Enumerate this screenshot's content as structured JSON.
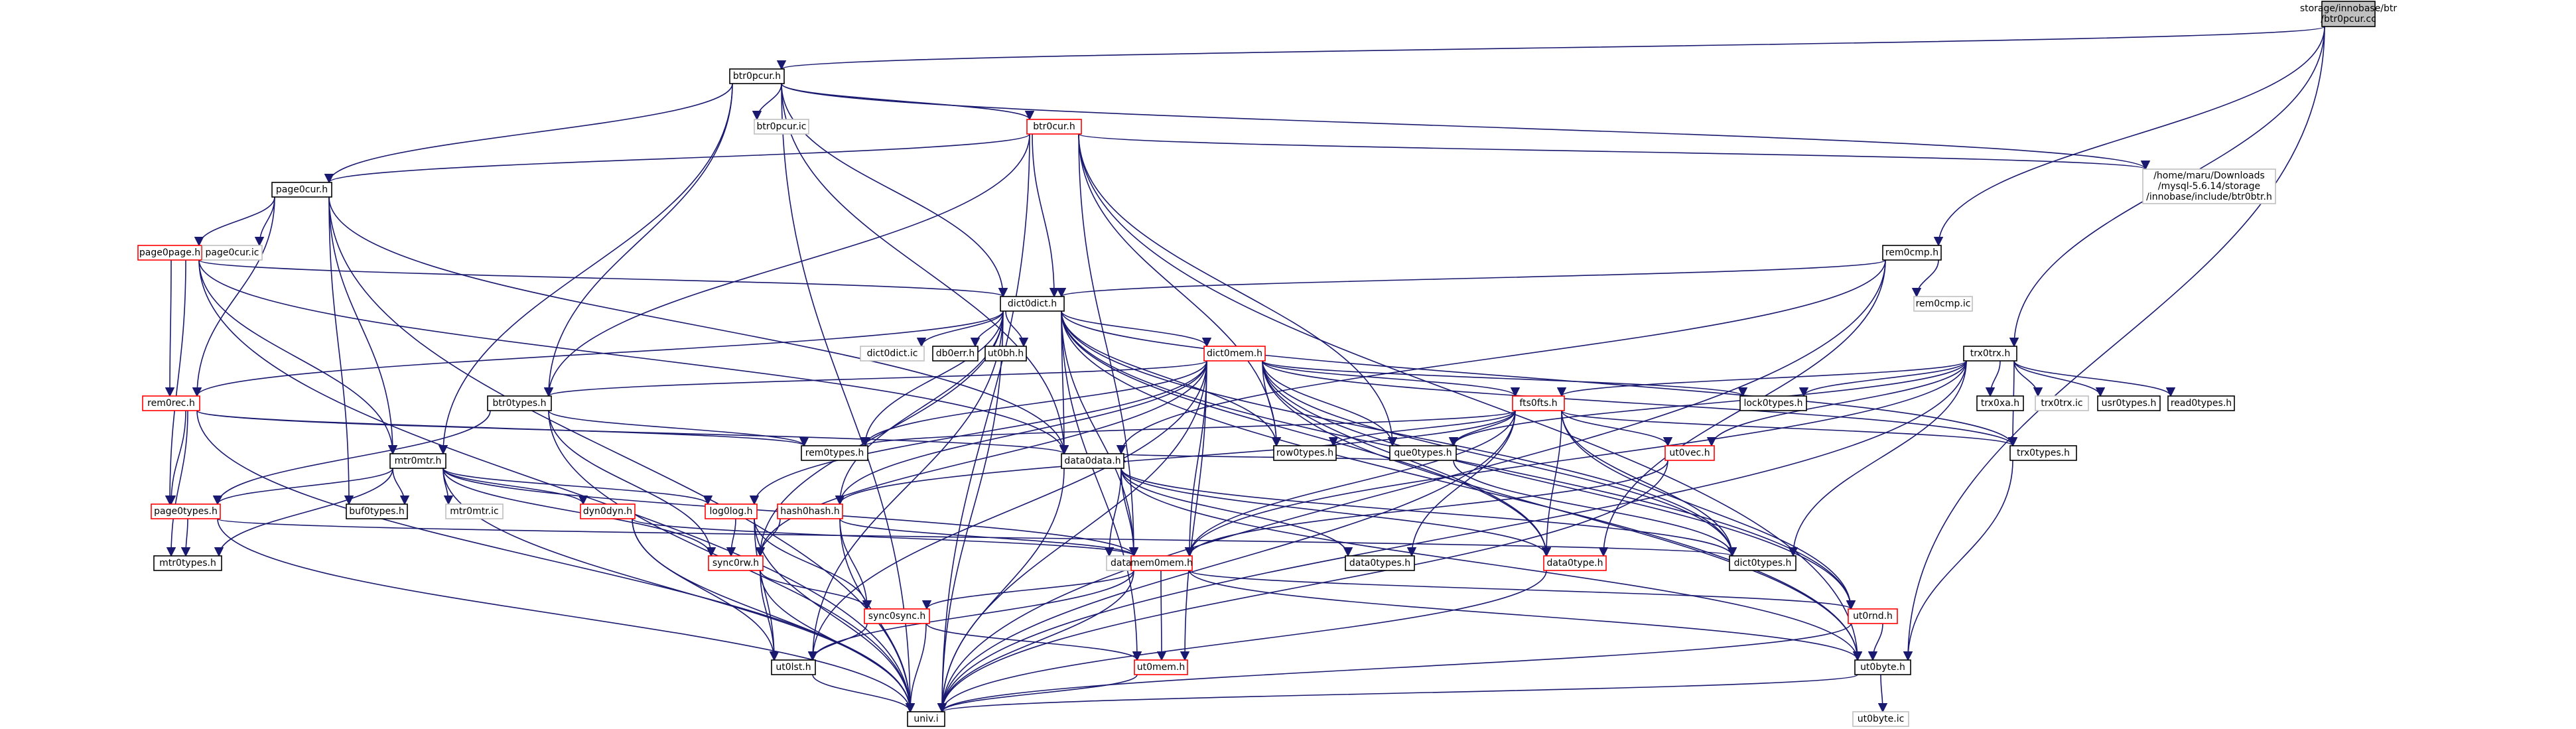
{
  "colors": {
    "edge": "#191970",
    "box_normal": "#000000",
    "box_incomplete": "#ff0000",
    "box_leaf": "#bfbfbf",
    "root_fill": "#bfbfbf",
    "text": "#000000"
  },
  "nodes": [
    {
      "id": "root",
      "lines": [
        "storage/innobase/btr",
        "/btr0pcur.cc"
      ],
      "kind": "root"
    },
    {
      "id": "btr0pcur_h",
      "lines": [
        "btr0pcur.h"
      ],
      "kind": "normal"
    },
    {
      "id": "btr0pcur_ic",
      "lines": [
        "btr0pcur.ic"
      ],
      "kind": "leaf"
    },
    {
      "id": "btr0cur_h",
      "lines": [
        "btr0cur.h"
      ],
      "kind": "red"
    },
    {
      "id": "home_path",
      "lines": [
        "/home/maru/Downloads",
        "/mysql-5.6.14/storage",
        "/innobase/include/btr0btr.h"
      ],
      "kind": "leaf"
    },
    {
      "id": "page0cur_h",
      "lines": [
        "page0cur.h"
      ],
      "kind": "normal"
    },
    {
      "id": "page0page_h",
      "lines": [
        "page0page.h"
      ],
      "kind": "red"
    },
    {
      "id": "page0cur_ic",
      "lines": [
        "page0cur.ic"
      ],
      "kind": "leaf"
    },
    {
      "id": "rem0cmp_h",
      "lines": [
        "rem0cmp.h"
      ],
      "kind": "normal"
    },
    {
      "id": "rem0cmp_ic",
      "lines": [
        "rem0cmp.ic"
      ],
      "kind": "leaf"
    },
    {
      "id": "dict0dict_h",
      "lines": [
        "dict0dict.h"
      ],
      "kind": "normal"
    },
    {
      "id": "dict0dict_ic",
      "lines": [
        "dict0dict.ic"
      ],
      "kind": "leaf"
    },
    {
      "id": "db0err_h",
      "lines": [
        "db0err.h"
      ],
      "kind": "normal"
    },
    {
      "id": "ut0bh_h",
      "lines": [
        "ut0bh.h"
      ],
      "kind": "normal"
    },
    {
      "id": "dict0mem_h",
      "lines": [
        "dict0mem.h"
      ],
      "kind": "red"
    },
    {
      "id": "trx0trx_h",
      "lines": [
        "trx0trx.h"
      ],
      "kind": "normal"
    },
    {
      "id": "rem0rec_h",
      "lines": [
        "rem0rec.h"
      ],
      "kind": "red"
    },
    {
      "id": "btr0types_h",
      "lines": [
        "btr0types.h"
      ],
      "kind": "normal"
    },
    {
      "id": "fts0fts_h",
      "lines": [
        "fts0fts.h"
      ],
      "kind": "red"
    },
    {
      "id": "lock0types_h",
      "lines": [
        "lock0types.h"
      ],
      "kind": "normal"
    },
    {
      "id": "trx0xa_h",
      "lines": [
        "trx0xa.h"
      ],
      "kind": "normal"
    },
    {
      "id": "trx0trx_ic",
      "lines": [
        "trx0trx.ic"
      ],
      "kind": "leaf"
    },
    {
      "id": "usr0types_h",
      "lines": [
        "usr0types.h"
      ],
      "kind": "normal"
    },
    {
      "id": "read0types_h",
      "lines": [
        "read0types.h"
      ],
      "kind": "normal"
    },
    {
      "id": "rem0types_h",
      "lines": [
        "rem0types.h"
      ],
      "kind": "normal"
    },
    {
      "id": "row0types_h",
      "lines": [
        "row0types.h"
      ],
      "kind": "normal"
    },
    {
      "id": "que0types_h",
      "lines": [
        "que0types.h"
      ],
      "kind": "normal"
    },
    {
      "id": "ut0vec_h",
      "lines": [
        "ut0vec.h"
      ],
      "kind": "red"
    },
    {
      "id": "trx0types_h",
      "lines": [
        "trx0types.h"
      ],
      "kind": "normal"
    },
    {
      "id": "mtr0mtr_h",
      "lines": [
        "mtr0mtr.h"
      ],
      "kind": "normal"
    },
    {
      "id": "page0types_h",
      "lines": [
        "page0types.h"
      ],
      "kind": "red"
    },
    {
      "id": "buf0types_h",
      "lines": [
        "buf0types.h"
      ],
      "kind": "normal"
    },
    {
      "id": "mtr0mtr_ic",
      "lines": [
        "mtr0mtr.ic"
      ],
      "kind": "leaf"
    },
    {
      "id": "dyn0dyn_h",
      "lines": [
        "dyn0dyn.h"
      ],
      "kind": "red"
    },
    {
      "id": "log0log_h",
      "lines": [
        "log0log.h"
      ],
      "kind": "red"
    },
    {
      "id": "hash0hash_h",
      "lines": [
        "hash0hash.h"
      ],
      "kind": "red"
    },
    {
      "id": "data0data_h",
      "lines": [
        "data0data.h"
      ],
      "kind": "normal"
    },
    {
      "id": "data0data_ic",
      "lines": [
        "data0data.ic"
      ],
      "kind": "leaf"
    },
    {
      "id": "data0types_h",
      "lines": [
        "data0types.h"
      ],
      "kind": "normal"
    },
    {
      "id": "data0type_h",
      "lines": [
        "data0type.h"
      ],
      "kind": "red"
    },
    {
      "id": "dict0types_h",
      "lines": [
        "dict0types.h"
      ],
      "kind": "normal"
    },
    {
      "id": "mtr0types_h",
      "lines": [
        "mtr0types.h"
      ],
      "kind": "normal"
    },
    {
      "id": "sync0rw_h",
      "lines": [
        "sync0rw.h"
      ],
      "kind": "red"
    },
    {
      "id": "mem0mem_h",
      "lines": [
        "mem0mem.h"
      ],
      "kind": "red"
    },
    {
      "id": "sync0sync_h",
      "lines": [
        "sync0sync.h"
      ],
      "kind": "red"
    },
    {
      "id": "ut0rnd_h",
      "lines": [
        "ut0rnd.h"
      ],
      "kind": "red"
    },
    {
      "id": "ut0lst_h",
      "lines": [
        "ut0lst.h"
      ],
      "kind": "normal"
    },
    {
      "id": "ut0mem_h",
      "lines": [
        "ut0mem.h"
      ],
      "kind": "red"
    },
    {
      "id": "ut0byte_h",
      "lines": [
        "ut0byte.h"
      ],
      "kind": "normal"
    },
    {
      "id": "univ_i",
      "lines": [
        "univ.i"
      ],
      "kind": "normal"
    },
    {
      "id": "ut0byte_ic",
      "lines": [
        "ut0byte.ic"
      ],
      "kind": "leaf"
    }
  ],
  "edges": [
    [
      "root",
      "btr0pcur_h"
    ],
    [
      "root",
      "rem0cmp_h"
    ],
    [
      "root",
      "trx0trx_h"
    ],
    [
      "root",
      "ut0byte_h"
    ],
    [
      "btr0pcur_h",
      "btr0pcur_ic"
    ],
    [
      "btr0pcur_h",
      "btr0cur_h"
    ],
    [
      "btr0pcur_h",
      "home_path"
    ],
    [
      "btr0pcur_h",
      "page0cur_h"
    ],
    [
      "btr0pcur_h",
      "dict0dict_h"
    ],
    [
      "btr0pcur_h",
      "btr0types_h"
    ],
    [
      "btr0pcur_h",
      "mtr0mtr_h"
    ],
    [
      "btr0pcur_h",
      "data0data_h"
    ],
    [
      "btr0pcur_h",
      "univ_i"
    ],
    [
      "btr0cur_h",
      "home_path"
    ],
    [
      "btr0cur_h",
      "page0cur_h"
    ],
    [
      "btr0cur_h",
      "dict0dict_h"
    ],
    [
      "btr0cur_h",
      "btr0types_h"
    ],
    [
      "btr0cur_h",
      "row0types_h"
    ],
    [
      "btr0cur_h",
      "que0types_h"
    ],
    [
      "btr0cur_h",
      "mem0mem_h"
    ],
    [
      "btr0cur_h",
      "ut0byte_h"
    ],
    [
      "btr0cur_h",
      "univ_i"
    ],
    [
      "page0cur_h",
      "page0cur_ic"
    ],
    [
      "page0cur_h",
      "page0page_h"
    ],
    [
      "page0cur_h",
      "rem0rec_h"
    ],
    [
      "page0cur_h",
      "buf0types_h"
    ],
    [
      "page0cur_h",
      "mtr0mtr_h"
    ],
    [
      "page0cur_h",
      "data0data_h"
    ],
    [
      "page0cur_h",
      "univ_i"
    ],
    [
      "page0page_h",
      "dict0dict_h"
    ],
    [
      "page0page_h",
      "rem0rec_h"
    ],
    [
      "page0page_h",
      "page0types_h"
    ],
    [
      "page0page_h",
      "mtr0mtr_h"
    ],
    [
      "page0page_h",
      "data0data_h"
    ],
    [
      "page0page_h",
      "univ_i"
    ],
    [
      "rem0cmp_h",
      "rem0cmp_ic"
    ],
    [
      "rem0cmp_h",
      "dict0dict_h"
    ],
    [
      "rem0cmp_h",
      "data0data_h"
    ],
    [
      "rem0cmp_h",
      "data0type_h"
    ],
    [
      "rem0cmp_h",
      "univ_i"
    ],
    [
      "dict0dict_h",
      "dict0dict_ic"
    ],
    [
      "dict0dict_h",
      "db0err_h"
    ],
    [
      "dict0dict_h",
      "ut0bh_h"
    ],
    [
      "dict0dict_h",
      "dict0mem_h"
    ],
    [
      "dict0dict_h",
      "rem0rec_h"
    ],
    [
      "dict0dict_h",
      "rem0types_h"
    ],
    [
      "dict0dict_h",
      "row0types_h"
    ],
    [
      "dict0dict_h",
      "trx0types_h"
    ],
    [
      "dict0dict_h",
      "data0data_h"
    ],
    [
      "dict0dict_h",
      "data0type_h"
    ],
    [
      "dict0dict_h",
      "dict0types_h"
    ],
    [
      "dict0dict_h",
      "hash0hash_h"
    ],
    [
      "dict0dict_h",
      "mem0mem_h"
    ],
    [
      "dict0dict_h",
      "sync0rw_h"
    ],
    [
      "dict0dict_h",
      "ut0rnd_h"
    ],
    [
      "dict0dict_h",
      "ut0byte_h"
    ],
    [
      "dict0dict_h",
      "ut0mem_h"
    ],
    [
      "dict0dict_h",
      "ut0lst_h"
    ],
    [
      "dict0dict_h",
      "univ_i"
    ],
    [
      "dict0mem_h",
      "btr0types_h"
    ],
    [
      "dict0mem_h",
      "fts0fts_h"
    ],
    [
      "dict0mem_h",
      "lock0types_h"
    ],
    [
      "dict0mem_h",
      "rem0types_h"
    ],
    [
      "dict0mem_h",
      "row0types_h"
    ],
    [
      "dict0mem_h",
      "que0types_h"
    ],
    [
      "dict0mem_h",
      "trx0types_h"
    ],
    [
      "dict0mem_h",
      "data0type_h"
    ],
    [
      "dict0mem_h",
      "dict0types_h"
    ],
    [
      "dict0mem_h",
      "log0log_h"
    ],
    [
      "dict0mem_h",
      "hash0hash_h"
    ],
    [
      "dict0mem_h",
      "mem0mem_h"
    ],
    [
      "dict0mem_h",
      "sync0rw_h"
    ],
    [
      "dict0mem_h",
      "ut0lst_h"
    ],
    [
      "dict0mem_h",
      "ut0mem_h"
    ],
    [
      "dict0mem_h",
      "ut0rnd_h"
    ],
    [
      "dict0mem_h",
      "ut0byte_h"
    ],
    [
      "dict0mem_h",
      "univ_i"
    ],
    [
      "trx0trx_h",
      "lock0types_h"
    ],
    [
      "trx0trx_h",
      "trx0xa_h"
    ],
    [
      "trx0trx_h",
      "trx0trx_ic"
    ],
    [
      "trx0trx_h",
      "usr0types_h"
    ],
    [
      "trx0trx_h",
      "read0types_h"
    ],
    [
      "trx0trx_h",
      "fts0fts_h"
    ],
    [
      "trx0trx_h",
      "que0types_h"
    ],
    [
      "trx0trx_h",
      "ut0vec_h"
    ],
    [
      "trx0trx_h",
      "trx0types_h"
    ],
    [
      "trx0trx_h",
      "mem0mem_h"
    ],
    [
      "trx0trx_h",
      "dict0types_h"
    ],
    [
      "trx0trx_h",
      "univ_i"
    ],
    [
      "rem0rec_h",
      "page0types_h"
    ],
    [
      "rem0rec_h",
      "mtr0types_h"
    ],
    [
      "rem0rec_h",
      "rem0types_h"
    ],
    [
      "rem0rec_h",
      "data0data_h"
    ],
    [
      "rem0rec_h",
      "univ_i"
    ],
    [
      "btr0types_h",
      "rem0types_h"
    ],
    [
      "btr0types_h",
      "page0types_h"
    ],
    [
      "btr0types_h",
      "sync0rw_h"
    ],
    [
      "btr0types_h",
      "univ_i"
    ],
    [
      "fts0fts_h",
      "rem0types_h"
    ],
    [
      "fts0fts_h",
      "row0types_h"
    ],
    [
      "fts0fts_h",
      "que0types_h"
    ],
    [
      "fts0fts_h",
      "ut0vec_h"
    ],
    [
      "fts0fts_h",
      "trx0types_h"
    ],
    [
      "fts0fts_h",
      "data0types_h"
    ],
    [
      "fts0fts_h",
      "data0type_h"
    ],
    [
      "fts0fts_h",
      "dict0types_h"
    ],
    [
      "fts0fts_h",
      "hash0hash_h"
    ],
    [
      "fts0fts_h",
      "mem0mem_h"
    ],
    [
      "fts0fts_h",
      "ut0rnd_h"
    ],
    [
      "fts0fts_h",
      "univ_i"
    ],
    [
      "que0types_h",
      "data0data_h"
    ],
    [
      "que0types_h",
      "dict0types_h"
    ],
    [
      "ut0vec_h",
      "mem0mem_h"
    ],
    [
      "ut0vec_h",
      "univ_i"
    ],
    [
      "trx0types_h",
      "ut0byte_h"
    ],
    [
      "mtr0mtr_h",
      "page0types_h"
    ],
    [
      "mtr0mtr_h",
      "buf0types_h"
    ],
    [
      "mtr0mtr_h",
      "mtr0mtr_ic"
    ],
    [
      "mtr0mtr_h",
      "dyn0dyn_h"
    ],
    [
      "mtr0mtr_h",
      "log0log_h"
    ],
    [
      "mtr0mtr_h",
      "mtr0types_h"
    ],
    [
      "mtr0mtr_h",
      "sync0rw_h"
    ],
    [
      "mtr0mtr_h",
      "mem0mem_h"
    ],
    [
      "mtr0mtr_h",
      "univ_i"
    ],
    [
      "page0types_h",
      "mtr0types_h"
    ],
    [
      "page0types_h",
      "dict0types_h"
    ],
    [
      "page0types_h",
      "univ_i"
    ],
    [
      "dyn0dyn_h",
      "ut0lst_h"
    ],
    [
      "dyn0dyn_h",
      "mem0mem_h"
    ],
    [
      "dyn0dyn_h",
      "univ_i"
    ],
    [
      "log0log_h",
      "sync0rw_h"
    ],
    [
      "log0log_h",
      "sync0sync_h"
    ],
    [
      "log0log_h",
      "ut0lst_h"
    ],
    [
      "log0log_h",
      "univ_i"
    ],
    [
      "hash0hash_h",
      "sync0rw_h"
    ],
    [
      "hash0hash_h",
      "sync0sync_h"
    ],
    [
      "hash0hash_h",
      "mem0mem_h"
    ],
    [
      "hash0hash_h",
      "univ_i"
    ],
    [
      "data0data_h",
      "data0data_ic"
    ],
    [
      "data0data_h",
      "data0types_h"
    ],
    [
      "data0data_h",
      "data0type_h"
    ],
    [
      "data0data_h",
      "dict0types_h"
    ],
    [
      "data0data_h",
      "mem0mem_h"
    ],
    [
      "data0data_h",
      "ut0byte_h"
    ],
    [
      "data0data_h",
      "univ_i"
    ],
    [
      "data0type_h",
      "univ_i"
    ],
    [
      "sync0rw_h",
      "sync0sync_h"
    ],
    [
      "sync0rw_h",
      "ut0lst_h"
    ],
    [
      "sync0rw_h",
      "univ_i"
    ],
    [
      "mem0mem_h",
      "sync0sync_h"
    ],
    [
      "mem0mem_h",
      "ut0rnd_h"
    ],
    [
      "mem0mem_h",
      "ut0mem_h"
    ],
    [
      "mem0mem_h",
      "ut0lst_h"
    ],
    [
      "mem0mem_h",
      "ut0byte_h"
    ],
    [
      "mem0mem_h",
      "univ_i"
    ],
    [
      "sync0sync_h",
      "ut0lst_h"
    ],
    [
      "sync0sync_h",
      "ut0mem_h"
    ],
    [
      "sync0sync_h",
      "univ_i"
    ],
    [
      "ut0rnd_h",
      "ut0byte_h"
    ],
    [
      "ut0rnd_h",
      "univ_i"
    ],
    [
      "ut0lst_h",
      "univ_i"
    ],
    [
      "ut0mem_h",
      "univ_i"
    ],
    [
      "ut0byte_h",
      "ut0byte_ic"
    ],
    [
      "ut0byte_h",
      "univ_i"
    ]
  ]
}
